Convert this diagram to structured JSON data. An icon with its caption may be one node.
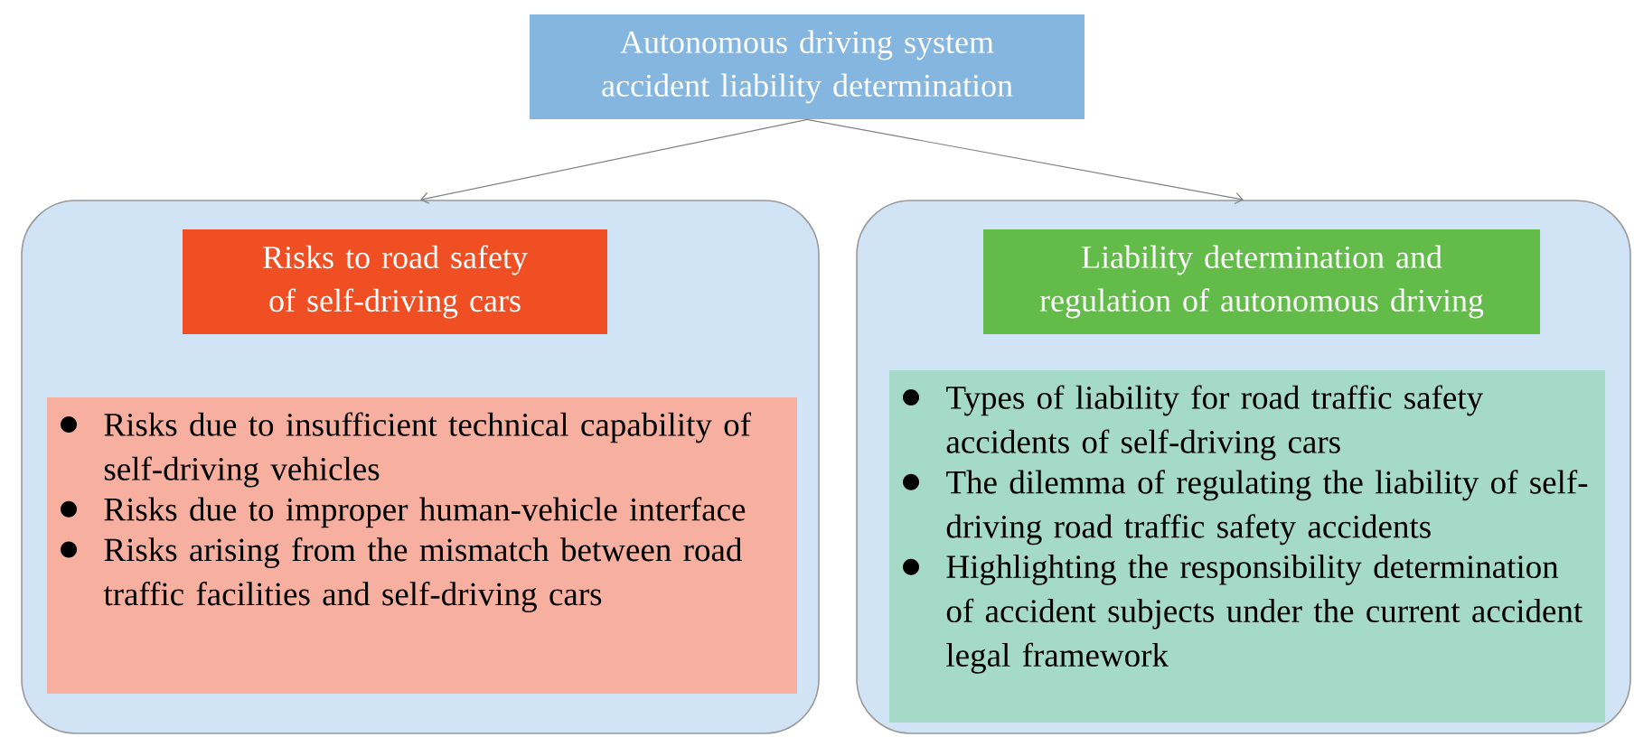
{
  "diagram": {
    "nodes": [
      {
        "text": [
          "Autonomous driving system accident liability determination"
        ]
      },
      {
        "text": [],
        "shape": "box"
      },
      {
        "text": [
          "Risks to road safety of self-driving cars"
        ],
        "in": 1
      },
      {
        "text": [
          "Risks due to insufficient technical capability of self-driving vehicles",
          "Risks due to improper human-vehicle interface",
          "Risks arising from the mismatch between road traffic facilities and self-driving cars"
        ],
        "in": 1
      },
      {
        "text": [],
        "shape": "box"
      },
      {
        "text": [
          "Liability determination and regulation of autonomous driving"
        ],
        "in": 4
      },
      {
        "text": [
          "Types of liability for road traffic safety accidents of self-driving cars",
          "The dilemma of regulating the liability of self-driving road traffic safety accidents",
          "Highlighting the responsibility determination of accident subjects under the current accident legal framework"
        ],
        "in": 4
      }
    ],
    "edges": [
      {
        "from": 0,
        "to": 1,
        "arrow": "to"
      },
      {
        "from": 0,
        "to": 4,
        "arrow": "to"
      }
    ]
  }
}
